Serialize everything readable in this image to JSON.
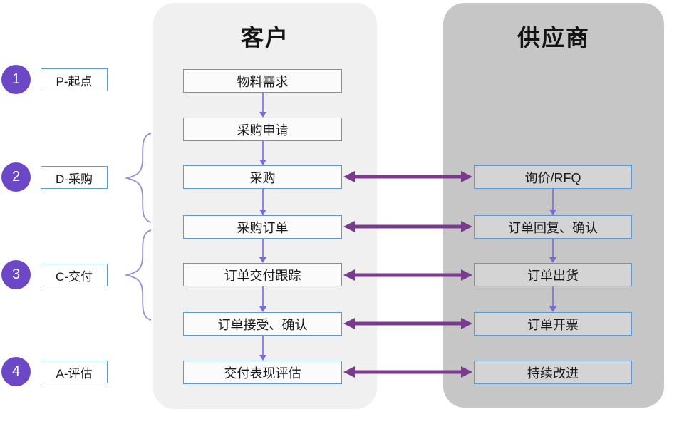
{
  "legend": {
    "items": [
      {
        "number": "1",
        "label": "P-起点"
      },
      {
        "number": "2",
        "label": "D-采购"
      },
      {
        "number": "3",
        "label": "C-交付"
      },
      {
        "number": "4",
        "label": "A-评估"
      }
    ]
  },
  "customer": {
    "title": "客户",
    "steps": [
      "物料需求",
      "采购申请",
      "采购",
      "采购订单",
      "订单交付跟踪",
      "订单接受、确认",
      "交付表现评估"
    ]
  },
  "supplier": {
    "title": "供应商",
    "steps": [
      "询价/RFQ",
      "订单回复、确认",
      "订单出货",
      "订单开票",
      "持续改进"
    ]
  },
  "exchanges": [
    {
      "customer": "采购",
      "supplier": "询价/RFQ"
    },
    {
      "customer": "采购订单",
      "supplier": "订单回复、确认"
    },
    {
      "customer": "订单交付跟踪",
      "supplier": "订单出货"
    },
    {
      "customer": "订单接受、确认",
      "supplier": "订单开票"
    },
    {
      "customer": "交付表现评估",
      "supplier": "持续改进"
    }
  ],
  "colors": {
    "accent_blue": "#5B9BD5",
    "circle_purple": "#6C48C7",
    "exchange_arrow_purple": "#7A3B8F",
    "flow_arrow_purple": "#7B68D9",
    "brace_purple": "#938DD6",
    "customer_panel_bg": "#F0F0F0",
    "supplier_panel_bg": "#C6C6C6"
  }
}
